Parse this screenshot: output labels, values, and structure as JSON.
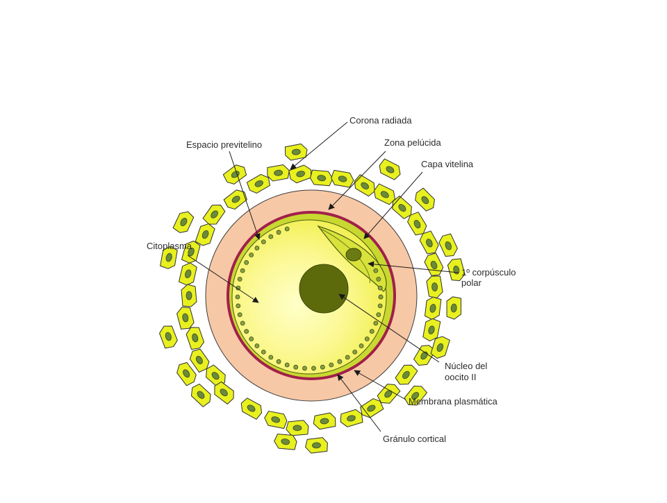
{
  "labels": {
    "corona_radiata": "Corona radiada",
    "previtelline_space": "Espacio previtelino",
    "zona_pellucida": "Zona pelúcida",
    "vitelline_layer": "Capa vitelina",
    "cytoplasm": "Citoplasma",
    "polar_body_line1": "1º corpúsculo",
    "polar_body_line2": "polar",
    "nucleus_line1": "Núcleo del",
    "nucleus_line2": "oocito II",
    "plasma_membrane": "Membrana plasmática",
    "cortical_granule": "Gránulo cortical"
  },
  "colors": {
    "corona_cell_fill": "#e8f020",
    "corona_nucleus": "#6b8a3a",
    "zona_pellucida": "#f7c8a6",
    "membrane": "#a0204a",
    "vitelline": "#c8d830",
    "cytoplasm_center": "#ffffc0",
    "cytoplasm_edge": "#f2f050",
    "oocyte_nucleus": "#5c6a0c",
    "arrow": "#1a1a1a"
  }
}
